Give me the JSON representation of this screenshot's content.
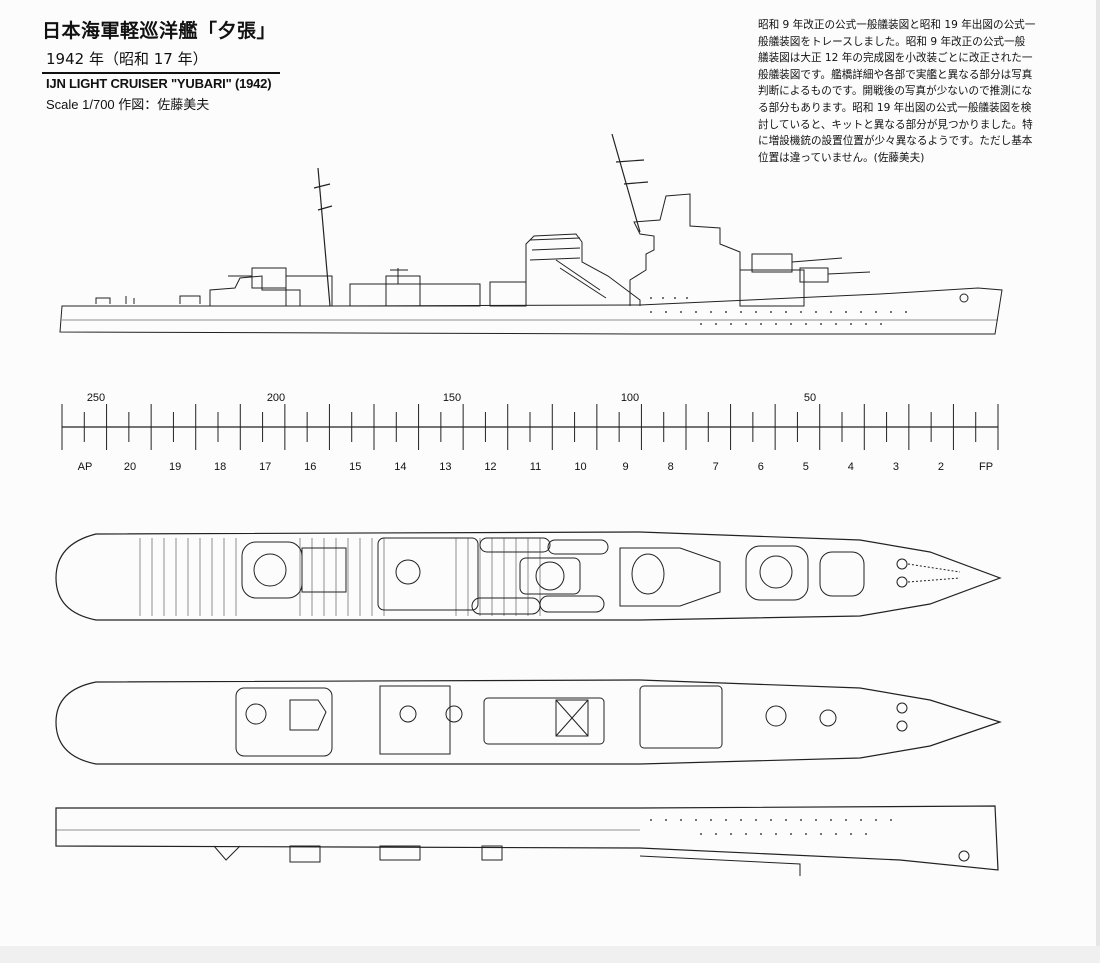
{
  "header": {
    "title_jp": "日本海軍軽巡洋艦「夕張」",
    "subtitle_jp": "1942 年（昭和 17 年）",
    "title_en": "IJN LIGHT CRUISER \"YUBARI\" (1942)",
    "scale": "Scale 1/700 作図：佐藤美夫"
  },
  "notes": {
    "lines": [
      "昭和 9 年改正の公式一般艤装図と昭和 19 年出図の公式一",
      "般艤装図をトレースしました。昭和 9 年改正の公式一般",
      "艤装図は大正 12 年の完成図を小改装ごとに改正された一",
      "般艤装図です。艦橋詳細や各部で実艦と異なる部分は写真",
      "判断によるものです。開戦後の写真が少ないので推測にな",
      "る部分もあります。昭和 19 年出図の公式一般艤装図を検",
      "討していると、キットと異なる部分が見つかりました。特",
      "に増設機銃の設置位置が少々異なるようです。ただし基本",
      "位置は違っていません。(佐藤美夫)"
    ]
  },
  "scale_bar": {
    "upper_labels": [
      "250",
      "200",
      "150",
      "100",
      "50"
    ],
    "station_labels": [
      "AP",
      "20",
      "19",
      "18",
      "17",
      "16",
      "15",
      "14",
      "13",
      "12",
      "11",
      "10",
      "9",
      "8",
      "7",
      "6",
      "5",
      "4",
      "3",
      "2",
      "FP"
    ]
  },
  "views": [
    {
      "name": "profile"
    },
    {
      "name": "upper-deck-plan"
    },
    {
      "name": "lower-deck-plan"
    },
    {
      "name": "hull-underside-profile"
    }
  ]
}
